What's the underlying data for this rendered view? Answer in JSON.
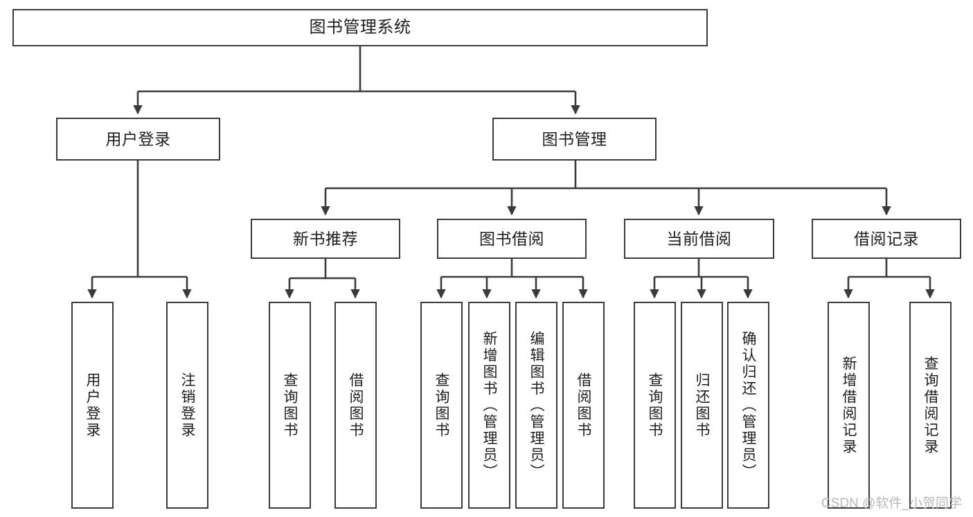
{
  "diagram": {
    "title": "图书管理系统",
    "watermark": "CSDN @软件_小贺同学",
    "line_color": "#3a3a3a",
    "text_color": "#1d1d1d",
    "background": "#ffffff",
    "nodes": {
      "root": "图书管理系统",
      "user_login": "用户登录",
      "book_manage": "图书管理",
      "new_book_rec": "新书推荐",
      "book_borrow": "图书借阅",
      "current_borrow": "当前借阅",
      "borrow_record": "借阅记录",
      "leaf_user_login": "用户登录",
      "leaf_logout": "注销登录",
      "leaf_query_book_1": "查询图书",
      "leaf_borrow_book_1": "借阅图书",
      "leaf_query_book_2": "查询图书",
      "leaf_add_book_admin": "新增图书（管理员）",
      "leaf_edit_book_admin": "编辑图书（管理员）",
      "leaf_borrow_book_2": "借阅图书",
      "leaf_query_book_3": "查询图书",
      "leaf_return_book": "归还图书",
      "leaf_confirm_return_admin": "确认归还（管理员）",
      "leaf_add_record": "新增借阅记录",
      "leaf_query_record": "查询借阅记录"
    }
  }
}
